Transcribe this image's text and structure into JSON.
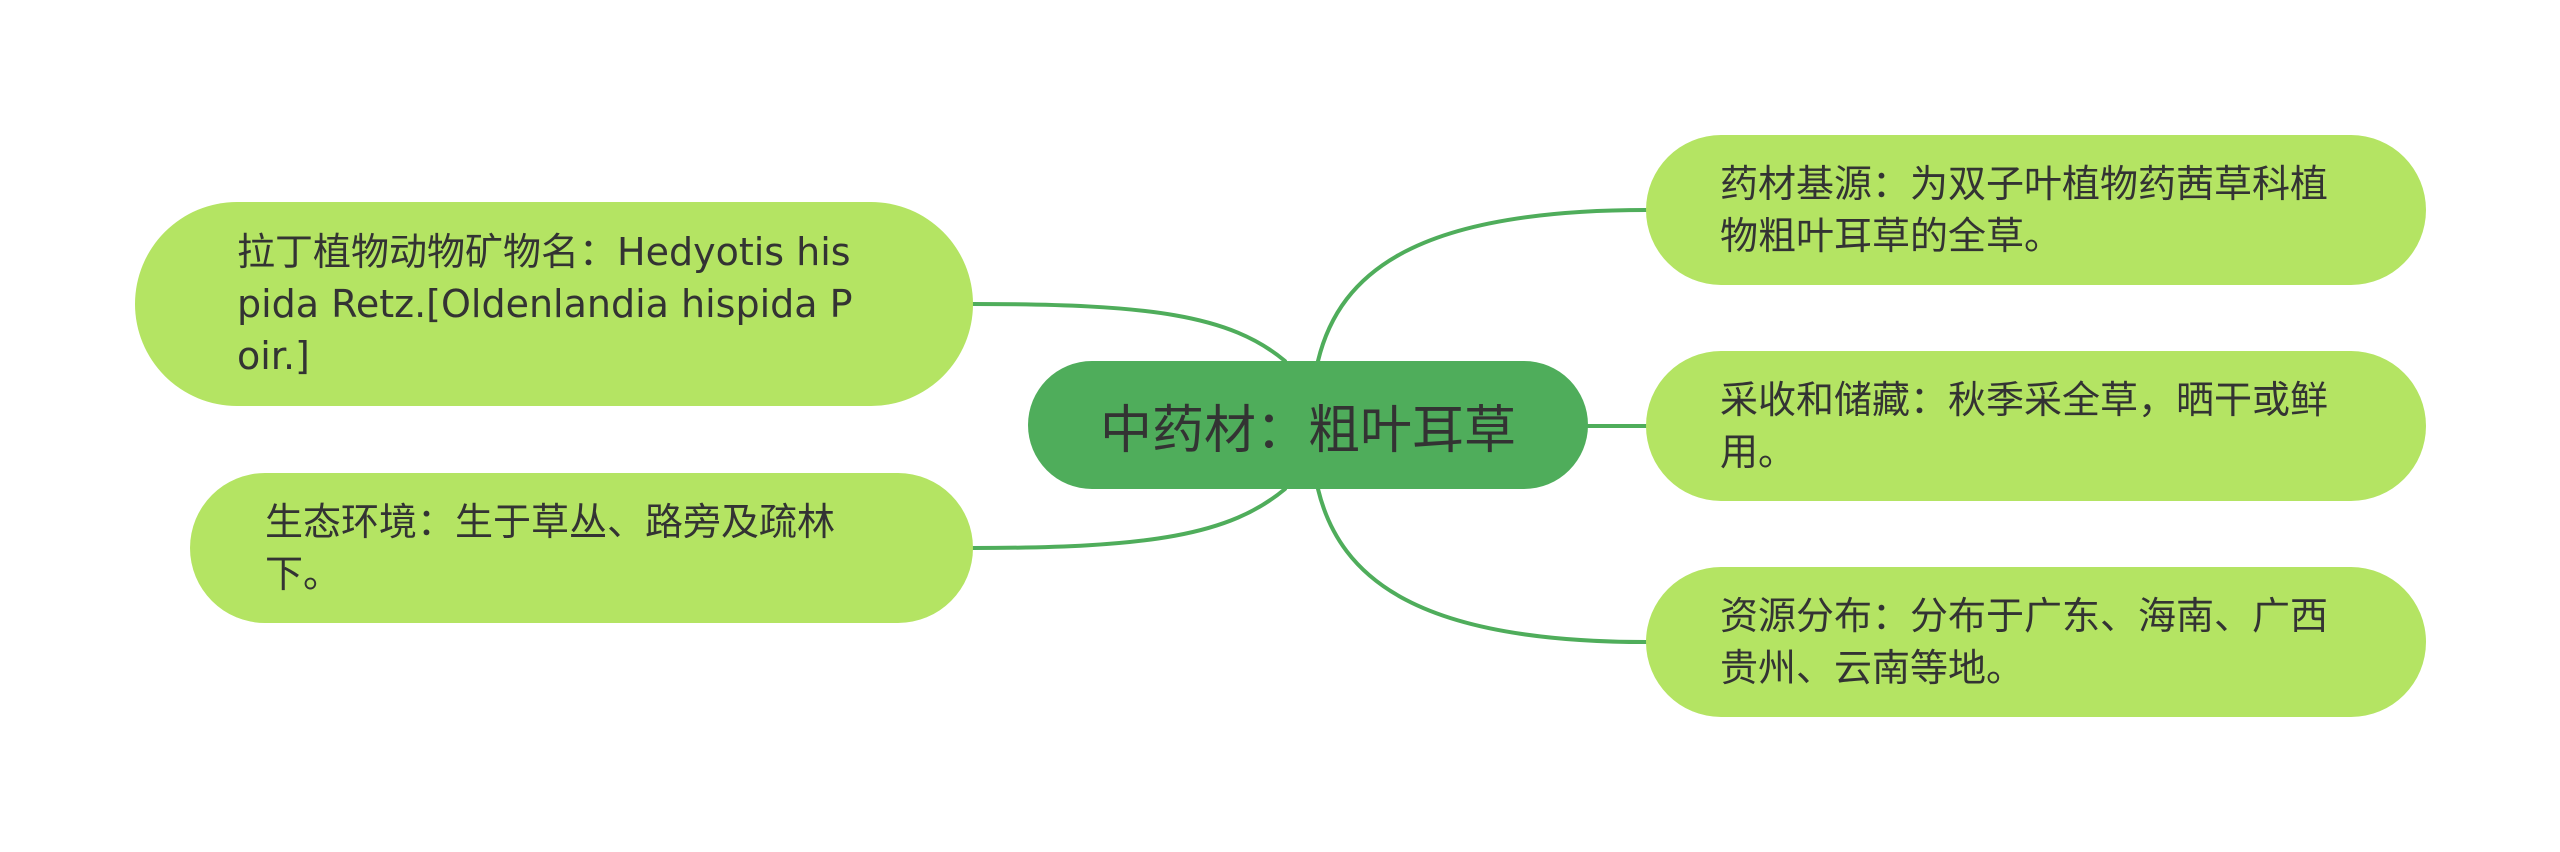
{
  "colors": {
    "central_fill": "#4fad5b",
    "topic_fill": "#b4e463",
    "connector": "#4fad5b",
    "text": "#333333",
    "background": "#ffffff"
  },
  "central": {
    "label": "中药材：粗叶耳草"
  },
  "topics": {
    "latin_name": "拉丁植物动物矿物名：Hedyotis hispida Retz.[Oldenlandia hispida Poir.]",
    "habitat": "生态环境：生于草丛、路旁及疏林下。",
    "origin": "药材基源：为双子叶植物药茜草科植物粗叶耳草的全草。",
    "harvest": "采收和储藏：秋季采全草，晒干或鲜用。",
    "distribution": "资源分布：分布于广东、海南、广西贵州、云南等地。"
  }
}
